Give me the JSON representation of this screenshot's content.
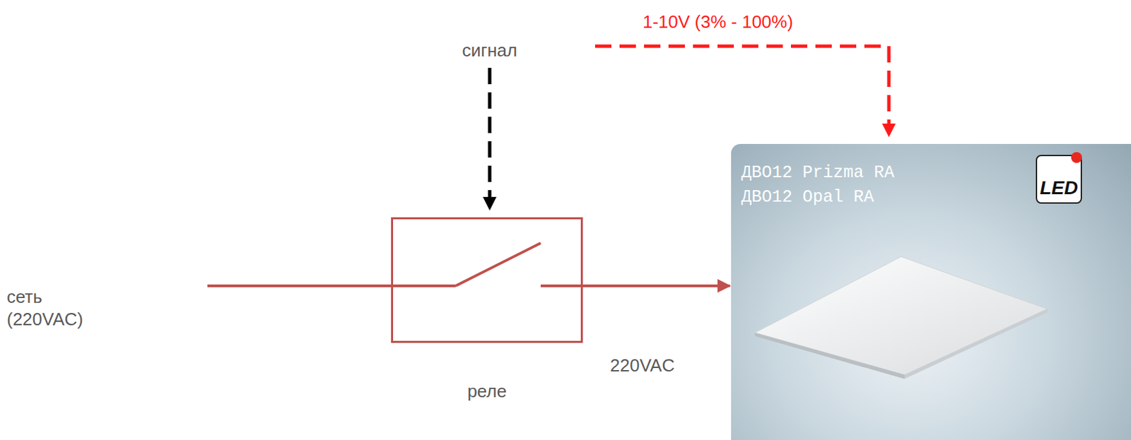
{
  "diagram": {
    "nodes": [
      {
        "text": [
          "реле"
        ]
      },
      {
        "text": [
          "ДВО12 Prizma RA",
          "ДВО12 Opal RA"
        ]
      },
      {
        "text": [
          "LED"
        ],
        "in": 1
      }
    ],
    "edges": [
      {
        "from": 0,
        "to": 1,
        "arrow": "to",
        "label": "220VAC"
      }
    ],
    "labels": [
      "1-10V (3% - 100%)",
      "сигнал",
      "сеть (220VAC)"
    ]
  }
}
